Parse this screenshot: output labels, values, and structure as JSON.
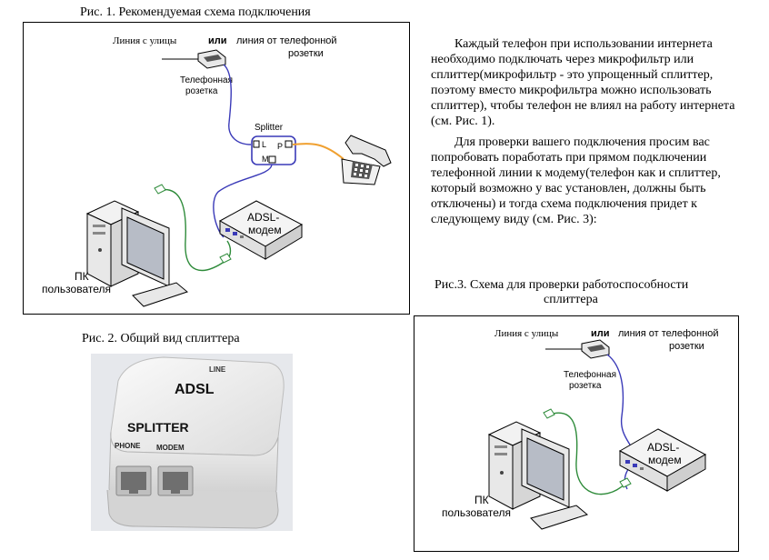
{
  "fig1": {
    "title": "Рис. 1. Рекомендуемая схема подключения",
    "line_from_street": "Линия с улицы",
    "or": "или",
    "line_from_socket_1": "линия от телефонной",
    "line_from_socket_2": "розетки",
    "socket_1": "Телефонная",
    "socket_2": "розетка",
    "splitter": "Splitter",
    "port_l": "L",
    "port_p": "P",
    "port_m": "M",
    "modem_1": "ADSL-",
    "modem_2": "модем",
    "pc_1": "ПК",
    "pc_2": "пользователя"
  },
  "fig2": {
    "title": "Рис. 2. Общий вид сплиттера",
    "line": "LINE",
    "adsl": "ADSL",
    "splitter": "SPLITTER",
    "phone": "PHONE",
    "modem": "MODEM"
  },
  "fig3": {
    "title_1": "Рис.3. Схема для проверки работоспособности",
    "title_2": "сплиттера",
    "line_from_street": "Линия с улицы",
    "or": "или",
    "line_from_socket_1": "линия от телефонной",
    "line_from_socket_2": "розетки",
    "socket_1": "Телефонная",
    "socket_2": "розетка",
    "modem_1": "ADSL-",
    "modem_2": "модем",
    "pc_1": "ПК",
    "pc_2": "пользователя"
  },
  "text": {
    "para1": "Каждый телефон при использовании интернета необходимо подключать через микрофильтр или сплиттер(микрофильтр - это упрощенный сплиттер, поэтому вместо микрофильтра можно использовать сплиттер), чтобы телефон не влиял на работу интернета (см. Рис. 1).",
    "para2": "Для проверки вашего подключения просим вас попробовать поработать при прямом подключении телефонной линии к модему(телефон как и сплиттер, который возможно у вас установлен, должны быть отключены) и тогда схема подключения придет к следующему виду (см. Рис. 3):"
  },
  "colors": {
    "line_cable": "#3a3ab8",
    "green_cable": "#2e8b3a",
    "orange_cable": "#f0a030"
  }
}
